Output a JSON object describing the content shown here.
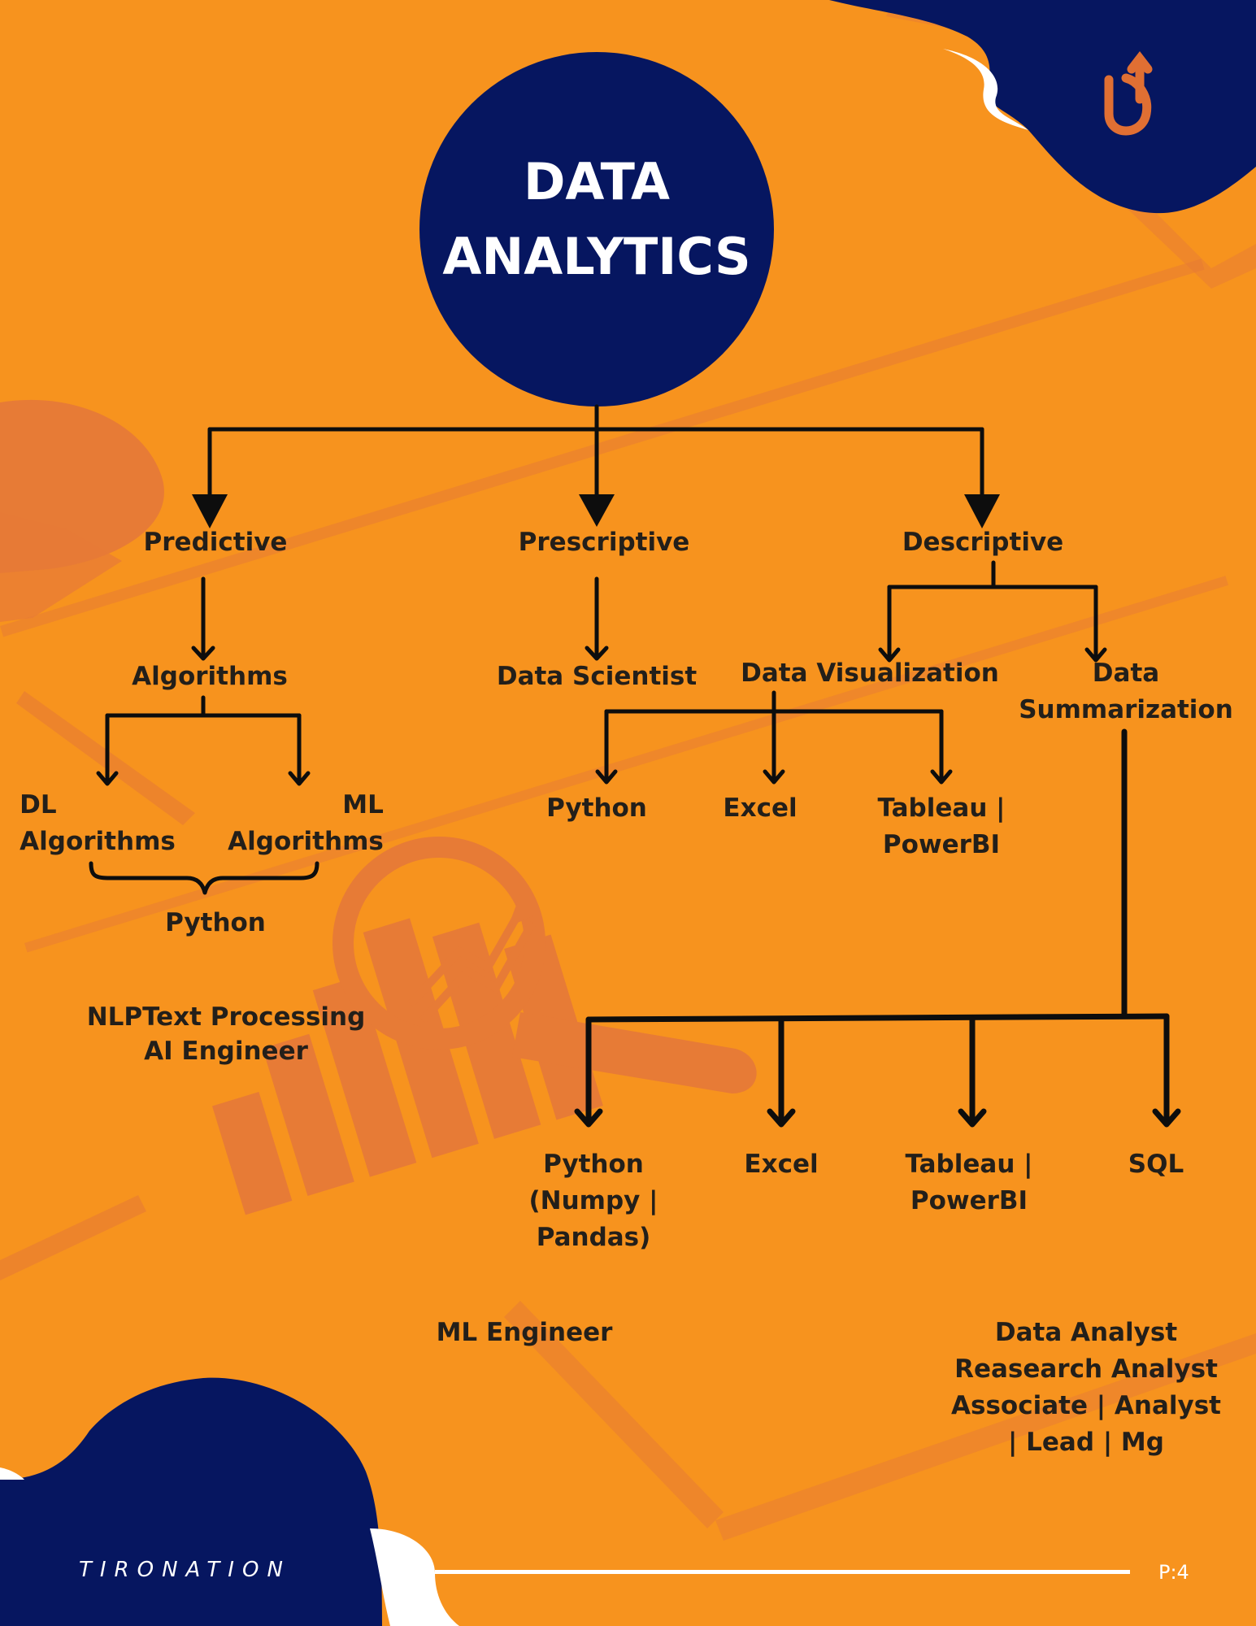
{
  "title": [
    "DATA",
    "ANALYTICS"
  ],
  "branches": {
    "predictive": {
      "label": "Predictive",
      "child": "Algorithms",
      "sub": {
        "dl": [
          "DL",
          "Algorithms"
        ],
        "ml": [
          "ML",
          "Algorithms"
        ]
      },
      "tool": "Python",
      "roles": [
        "NLPText Processing",
        "AI Engineer"
      ]
    },
    "prescriptive": {
      "label": "Prescriptive",
      "child": "Data Scientist"
    },
    "descriptive": {
      "label": "Descriptive",
      "visualization": {
        "label": "Data Visualization",
        "tools": [
          "Python",
          "Excel",
          [
            "Tableau |",
            "PowerBI"
          ]
        ]
      },
      "summarization": {
        "label": [
          "Data",
          "Summarization"
        ],
        "tools": [
          [
            "Python",
            "(Numpy |",
            "Pandas)"
          ],
          [
            "Excel"
          ],
          [
            "Tableau |",
            "PowerBI"
          ],
          [
            "SQL"
          ]
        ]
      }
    }
  },
  "roles": {
    "ml_engineer": "ML Engineer",
    "analyst": [
      "Data Analyst",
      "Reasearch Analyst",
      "Associate | Analyst",
      "| Lead | Mg"
    ]
  },
  "footer": {
    "brand": "TIRONATION",
    "page": "P:4"
  },
  "icons": {
    "logo": "tironation-logo-icon",
    "illustration": "analytics-magnifier-icon"
  },
  "colors": {
    "background": "#f7931e",
    "navy": "#061660",
    "text": "#231f1a",
    "accent": "#e06f33"
  }
}
